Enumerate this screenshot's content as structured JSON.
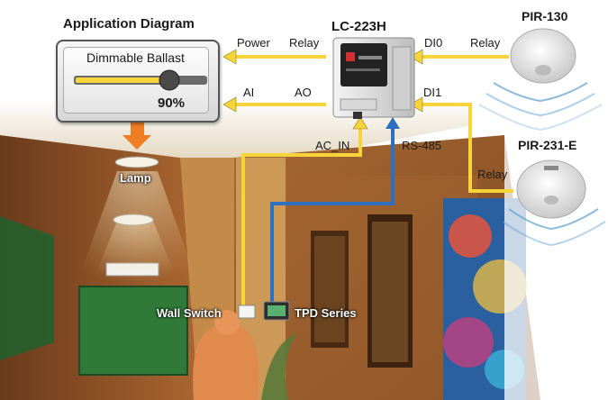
{
  "diagram": {
    "title": "Application Diagram",
    "ballast": {
      "title": "Dimmable Ballast",
      "level_text": "90%",
      "level": 0.9
    },
    "lamp_label": "Lamp",
    "controller": {
      "title": "LC-223H"
    },
    "ports": {
      "power": "Power",
      "relay_left": "Relay",
      "ai": "AI",
      "ao": "AO",
      "di0": "DI0",
      "relay_top": "Relay",
      "di1": "DI1",
      "ac_in": "AC_IN",
      "rs485": "RS-485",
      "relay_mid": "Relay"
    },
    "sensors": {
      "pir130": "PIR-130",
      "pir231": "PIR-231-E"
    },
    "devices": {
      "wall_switch": "Wall Switch",
      "tpd": "TPD Series"
    },
    "colors": {
      "signal_yellow": "#f7d43a",
      "rs485_blue": "#2f6fbf",
      "arrow_orange": "#ef7d22"
    }
  }
}
